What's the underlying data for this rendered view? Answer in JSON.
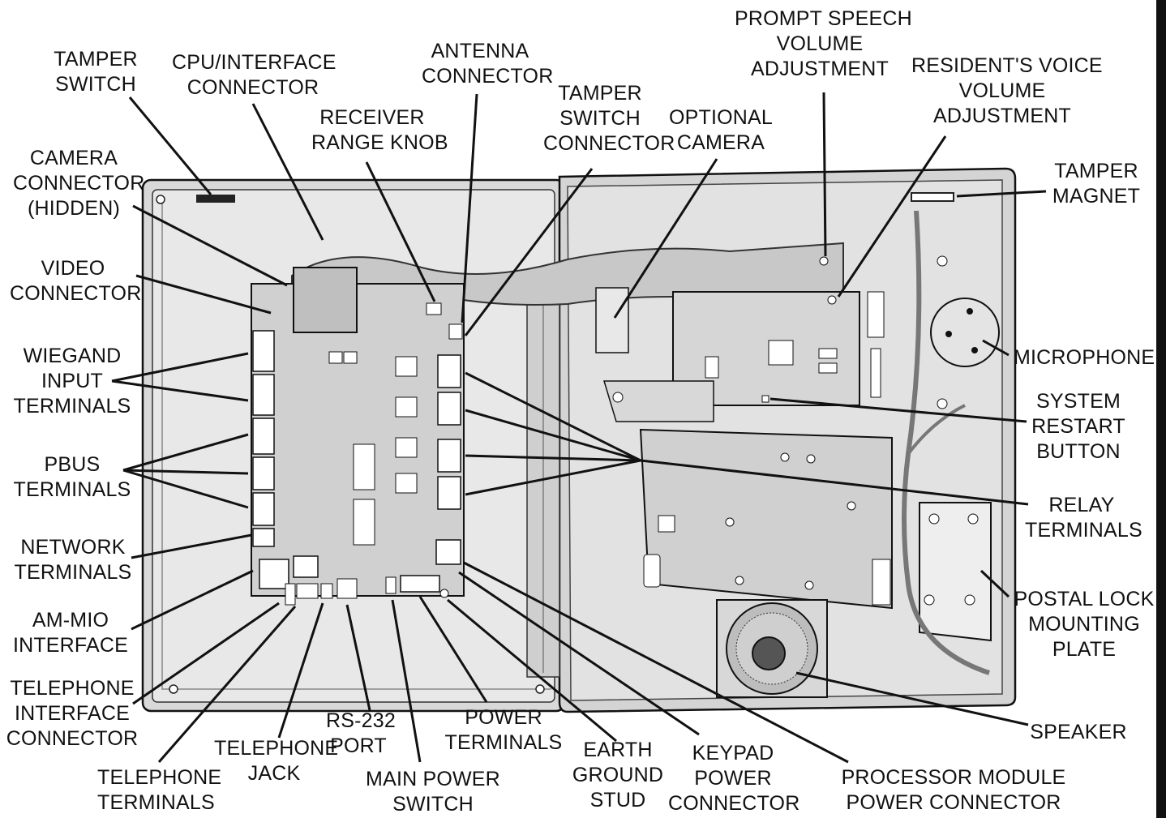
{
  "colors": {
    "ink": "#111111",
    "panel_light": "#e6e6e6",
    "panel_mid": "#d2d2d2",
    "panel_dark": "#bcbcbc",
    "cable": "#9a9a9a"
  },
  "labels": {
    "tamper_switch": [
      "TAMPER",
      "SWITCH"
    ],
    "cpu_interface_connector": [
      "CPU/INTERFACE",
      "CONNECTOR"
    ],
    "antenna_connector": [
      "ANTENNA",
      "CONNECTOR"
    ],
    "receiver_range_knob": [
      "RECEIVER",
      "RANGE KNOB"
    ],
    "tamper_switch_connector": [
      "TAMPER",
      "SWITCH",
      "CONNECTOR"
    ],
    "optional_camera": [
      "OPTIONAL",
      "CAMERA"
    ],
    "prompt_speech_volume": [
      "PROMPT SPEECH",
      "VOLUME",
      "ADJUSTMENT"
    ],
    "residents_voice_volume": [
      "RESIDENT'S VOICE",
      "VOLUME",
      "ADJUSTMENT"
    ],
    "tamper_magnet": [
      "TAMPER",
      "MAGNET"
    ],
    "camera_connector": [
      "CAMERA",
      "CONNECTOR",
      "(HIDDEN)"
    ],
    "video_connector": [
      "VIDEO",
      "CONNECTOR"
    ],
    "wiegand_input_terminals": [
      "WIEGAND",
      "INPUT",
      "TERMINALS"
    ],
    "pbus_terminals": [
      "PBUS",
      "TERMINALS"
    ],
    "network_terminals": [
      "NETWORK",
      "TERMINALS"
    ],
    "am_mio_interface": [
      "AM-MIO",
      "INTERFACE"
    ],
    "telephone_interface_connector": [
      "TELEPHONE",
      "INTERFACE",
      "CONNECTOR"
    ],
    "telephone_terminals": [
      "TELEPHONE",
      "TERMINALS"
    ],
    "telephone_jack": [
      "TELEPHONE",
      "JACK"
    ],
    "rs232_port": [
      "RS-232",
      "PORT"
    ],
    "main_power_switch": [
      "MAIN POWER",
      "SWITCH"
    ],
    "power_terminals": [
      "POWER",
      "TERMINALS"
    ],
    "earth_ground_stud": [
      "EARTH",
      "GROUND",
      "STUD"
    ],
    "keypad_power_connector": [
      "KEYPAD",
      "POWER",
      "CONNECTOR"
    ],
    "processor_module_power_connector": [
      "PROCESSOR MODULE",
      "POWER CONNECTOR"
    ],
    "microphone": [
      "MICROPHONE"
    ],
    "system_restart_button": [
      "SYSTEM",
      "RESTART",
      "BUTTON"
    ],
    "relay_terminals": [
      "RELAY",
      "TERMINALS"
    ],
    "postal_lock_mounting_plate": [
      "POSTAL LOCK",
      "MOUNTING",
      "PLATE"
    ],
    "speaker": [
      "SPEAKER"
    ]
  }
}
